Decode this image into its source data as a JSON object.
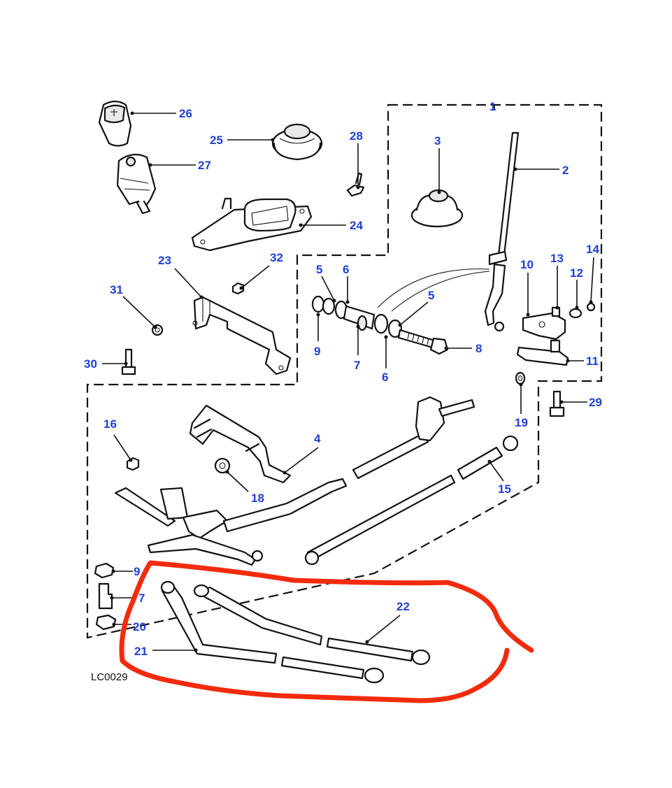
{
  "diagram": {
    "code": "LC0029",
    "callouts": {
      "c1": "1",
      "c2": "2",
      "c3": "3",
      "c4": "4",
      "c5a": "5",
      "c5b": "5",
      "c6a": "6",
      "c6b": "6",
      "c7a": "7",
      "c7b": "7",
      "c8": "8",
      "c9a": "9",
      "c9b": "9",
      "c10": "10",
      "c11": "11",
      "c12": "12",
      "c13": "13",
      "c14": "14",
      "c15": "15",
      "c16": "16",
      "c18": "18",
      "c19": "19",
      "c20": "20",
      "c21": "21",
      "c22": "22",
      "c23": "23",
      "c24": "24",
      "c25": "25",
      "c26": "26",
      "c27": "27",
      "c28": "28",
      "c29": "29",
      "c30": "30",
      "c31": "31",
      "c32": "32"
    },
    "colors": {
      "callout": "#1f3fd6",
      "line": "#111111",
      "highlight": "#f22b0c"
    }
  }
}
